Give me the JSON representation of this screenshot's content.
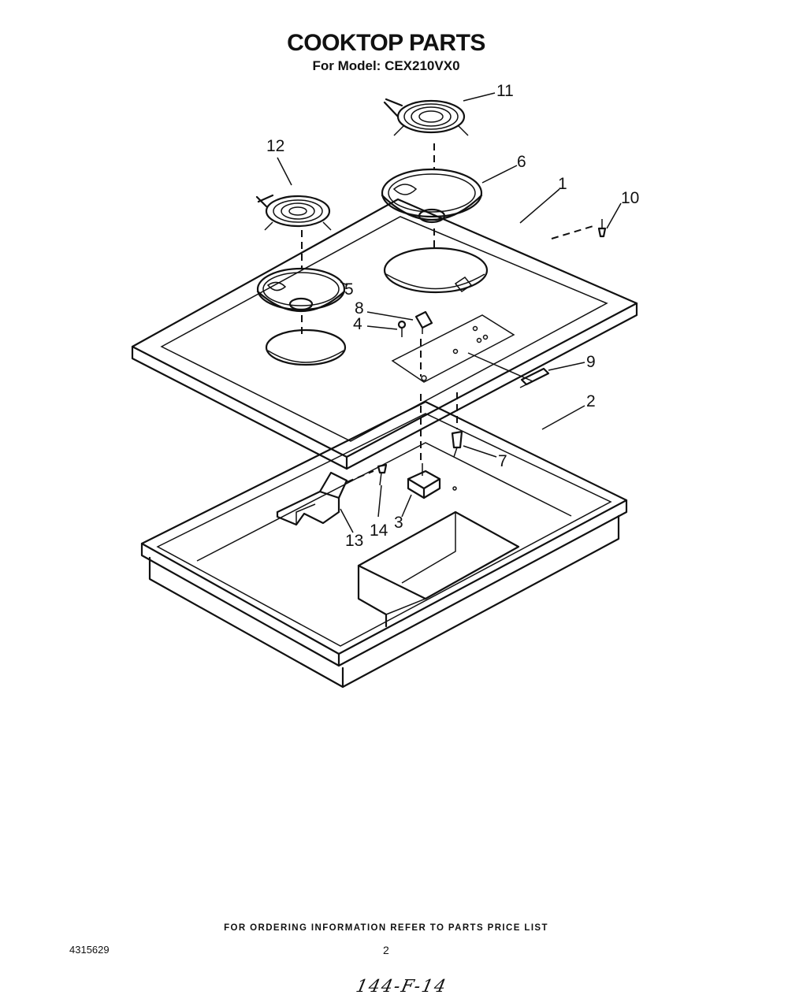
{
  "title": "COOKTOP PARTS",
  "subtitle": "For Model: CEX210VX0",
  "callouts": {
    "p1": "1",
    "p2": "2",
    "p3": "3",
    "p4": "4",
    "p5": "5",
    "p6": "6",
    "p7": "7",
    "p8": "8",
    "p9": "9",
    "p10": "10",
    "p11": "11",
    "p12": "12",
    "p13": "13",
    "p14": "14"
  },
  "footer": "FOR ORDERING INFORMATION REFER TO PARTS PRICE LIST",
  "doc_number": "4315629",
  "page_number": "2",
  "handwritten_note": "144-F-14"
}
